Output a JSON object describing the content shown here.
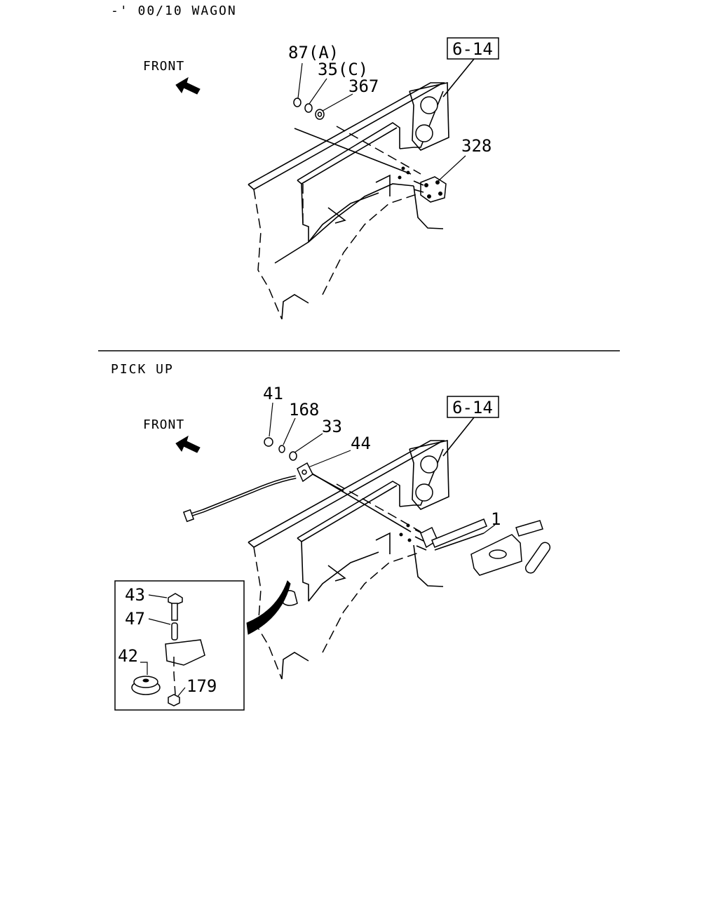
{
  "sections": [
    {
      "header": "-' 00/10 WAGON",
      "front_label": "FRONT",
      "ref_box": "6-14",
      "callouts": [
        "87(A)",
        "35(C)",
        "367",
        "328"
      ]
    },
    {
      "header": "PICK UP",
      "front_label": "FRONT",
      "ref_box": "6-14",
      "callouts": [
        "41",
        "168",
        "33",
        "44",
        "1"
      ],
      "detail_callouts": [
        "43",
        "47",
        "42",
        "179"
      ]
    }
  ]
}
